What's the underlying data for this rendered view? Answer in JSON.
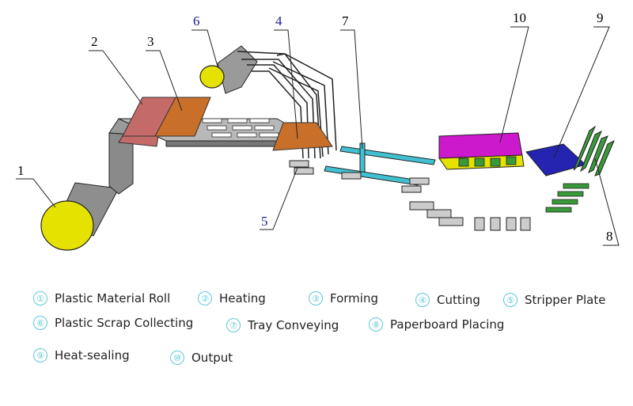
{
  "callouts": {
    "c1": "1",
    "c2": "2",
    "c3": "3",
    "c4": "4",
    "c5": "5",
    "c6": "6",
    "c7": "7",
    "c8": "8",
    "c9": "9",
    "c10": "10"
  },
  "legend": [
    {
      "num": "①",
      "label": "Plastic Material Roll"
    },
    {
      "num": "②",
      "label": "Heating"
    },
    {
      "num": "③",
      "label": "Forming"
    },
    {
      "num": "④",
      "label": "Cutting"
    },
    {
      "num": "⑤",
      "label": "Stripper Plate"
    },
    {
      "num": "⑥",
      "label": "Plastic Scrap Collecting"
    },
    {
      "num": "⑦",
      "label": "Tray Conveying"
    },
    {
      "num": "⑧",
      "label": "Paperboard Placing"
    },
    {
      "num": "⑨",
      "label": "Heat-sealing"
    },
    {
      "num": "⑩",
      "label": "Output"
    }
  ],
  "colors": {
    "material_roll": "#e6e200",
    "heating": "#c46a68",
    "forming": "#c8702a",
    "conveyor": "#40c0d0",
    "output_station": "#cc19cc",
    "sealing": "#2424b0",
    "paperboard": "#3a9a3a",
    "number_circle": "#5cc8d8"
  }
}
